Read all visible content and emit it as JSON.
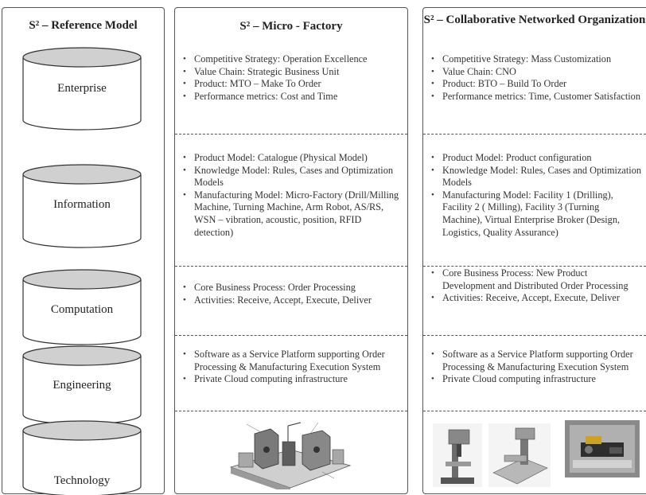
{
  "reference_model": {
    "title": "S² – Reference Model",
    "layers": [
      {
        "label": "Enterprise"
      },
      {
        "label": "Information"
      },
      {
        "label": "Computation"
      },
      {
        "label": "Engineering"
      },
      {
        "label": "Technology"
      }
    ]
  },
  "micro_factory": {
    "title": "S² – Micro - Factory",
    "sections": [
      {
        "items": [
          "Competitive Strategy:  Operation Excellence",
          "Value Chain:  Strategic Business Unit",
          "Product:   MTO – Make To Order",
          "Performance metrics:   Cost and Time"
        ]
      },
      {
        "items": [
          "Product Model:  Catalogue (Physical Model)",
          "Knowledge Model:  Rules, Cases and Optimization Models",
          "Manufacturing Model:   Micro-Factory (Drill/Milling Machine, Turning Machine, Arm Robot, AS/RS, WSN – vibration, acoustic, position, RFID detection)"
        ]
      },
      {
        "items": [
          "Core Business Process:  Order Processing",
          "Activities:  Receive, Accept, Execute, Deliver"
        ]
      },
      {
        "items": [
          "Software as a Service Platform supporting Order Processing & Manufacturing Execution System",
          "Private Cloud computing infrastructure"
        ]
      }
    ]
  },
  "cno": {
    "title": "S² – Collaborative Networked Organization",
    "sections": [
      {
        "items": [
          "Competitive Strategy:  Mass Customization",
          "Value Chain:  CNO",
          "Product:   BTO – Build To Order",
          "Performance metrics:   Time, Customer Satisfaction"
        ]
      },
      {
        "items": [
          "Product Model:  Product configuration",
          "Knowledge Model:  Rules, Cases and Optimization Models",
          "Manufacturing Model:   Facility 1 (Drilling), Facility 2 ( Milling), Facility 3 (Turning Machine), Virtual Enterprise Broker  (Design, Logistics, Quality Assurance)"
        ]
      },
      {
        "items": [
          "Core Business Process:  New Product Development and Distributed Order Processing",
          "Activities:  Receive, Accept, Execute, Deliver"
        ]
      },
      {
        "items": [
          "Software as a Service Platform supporting Order Processing & Manufacturing Execution System",
          "Private Cloud computing infrastructure"
        ]
      }
    ]
  },
  "colors": {
    "cylinder_top": "#d0d0d0",
    "cylinder_stroke": "#333333",
    "border": "#555555"
  }
}
